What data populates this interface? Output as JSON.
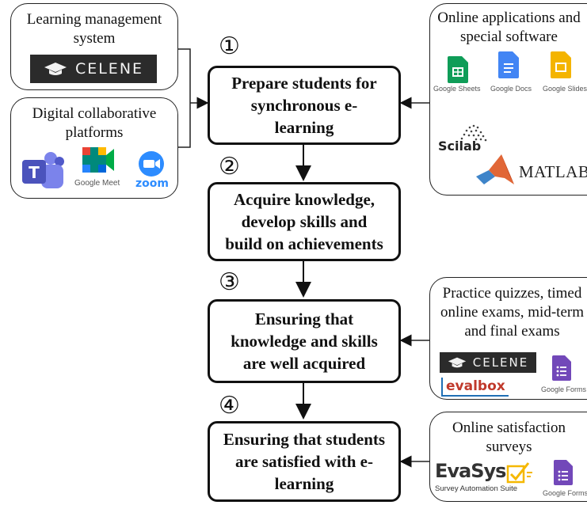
{
  "steps": [
    {
      "number": "①",
      "text": "Prepare students for synchronous e-learning"
    },
    {
      "number": "②",
      "text": "Acquire knowledge, develop skills and build on achievements"
    },
    {
      "number": "③",
      "text": "Ensuring that knowledge and skills are well acquired"
    },
    {
      "number": "④",
      "text": "Ensuring that students are satisfied with e-learning"
    }
  ],
  "left_boxes": {
    "lms": {
      "title": "Learning management system",
      "logo": "CELENE"
    },
    "platforms": {
      "title": "Digital collaborative platforms",
      "google_meet": "Google Meet",
      "zoom": "zoom"
    }
  },
  "right_boxes": {
    "software": {
      "title": "Online applications and special software",
      "sheets": "Google Sheets",
      "docs": "Google Docs",
      "slides": "Google Slides",
      "scilab": "Scilab",
      "matlab": "MATLAB"
    },
    "exams": {
      "title": "Practice quizzes, timed online exams, mid-term and final exams",
      "celene": "CELENE",
      "evalbox": "evalbox",
      "forms": "Google Forms"
    },
    "surveys": {
      "title": "Online satisfaction surveys",
      "evasys": "EvaSys",
      "evasys_sub": "Survey Automation Suite",
      "forms": "Google Forms"
    }
  },
  "colors": {
    "sheets": "#0f9d58",
    "docs": "#4285f4",
    "slides": "#f4b400",
    "forms": "#7248b9",
    "teams": "#5059c9",
    "meet": "#00897b",
    "zoom": "#2d8cff",
    "matlab": "#e16737",
    "evasys_check": "#f5b800"
  }
}
